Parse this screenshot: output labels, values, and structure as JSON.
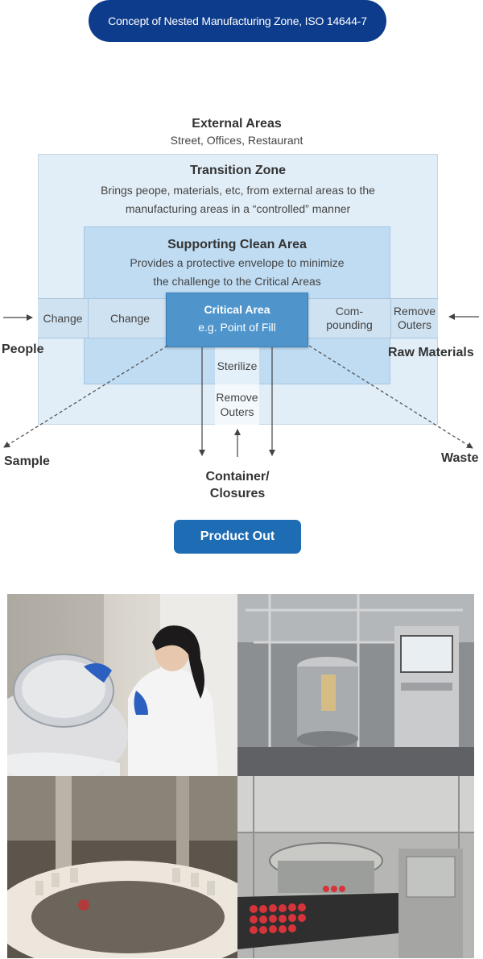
{
  "header": {
    "title": "Concept of Nested Manufacturing Zone, ISO 14644-7"
  },
  "diagram": {
    "external": {
      "title": "External Areas",
      "subtitle": "Street, Offices, Restaurant"
    },
    "transition": {
      "title": "Transition Zone",
      "desc_line1": "Brings peope, materials, etc, from external areas to the",
      "desc_line2": "manufacturing areas in a “controlled” manner"
    },
    "support": {
      "title": "Supporting Clean Area",
      "desc_line1": "Provides a protective envelope to minimize",
      "desc_line2": "the challenge to the Critical Areas"
    },
    "critical": {
      "title": "Critical Area",
      "subtitle": "e.g. Point of Fill"
    },
    "band": {
      "left_outer": "Change",
      "left_inner": "Change",
      "right_inner_line1": "Com-",
      "right_inner_line2": "pounding",
      "right_outer_line1": "Remove",
      "right_outer_line2": "Outers"
    },
    "sterilize": "Sterilize",
    "remove_outers_line1": "Remove",
    "remove_outers_line2": "Outers",
    "labels": {
      "people": "People",
      "raw_materials": "Raw Materials",
      "sample": "Sample",
      "waste": "Waste",
      "container_line1": "Container/",
      "container_line2": "Closures"
    },
    "product_out": "Product Out"
  },
  "colors": {
    "header_bg": "#0d3c8c",
    "transition_bg": "#e2eef7",
    "support_bg": "#bfdcf3",
    "critical_bg": "#4f95cc",
    "button_bg": "#1d6cb4"
  },
  "photos": [
    {
      "name": "photo-scientist-cryo-tank",
      "subject": "scientist opening cryogenic storage tank"
    },
    {
      "name": "photo-bioreactor",
      "subject": "stainless bioreactor with control cabinet"
    },
    {
      "name": "photo-vial-filling-wheel",
      "subject": "vial filling machine close-up"
    },
    {
      "name": "photo-filling-line",
      "subject": "automated filling line with red-capped vials"
    }
  ]
}
